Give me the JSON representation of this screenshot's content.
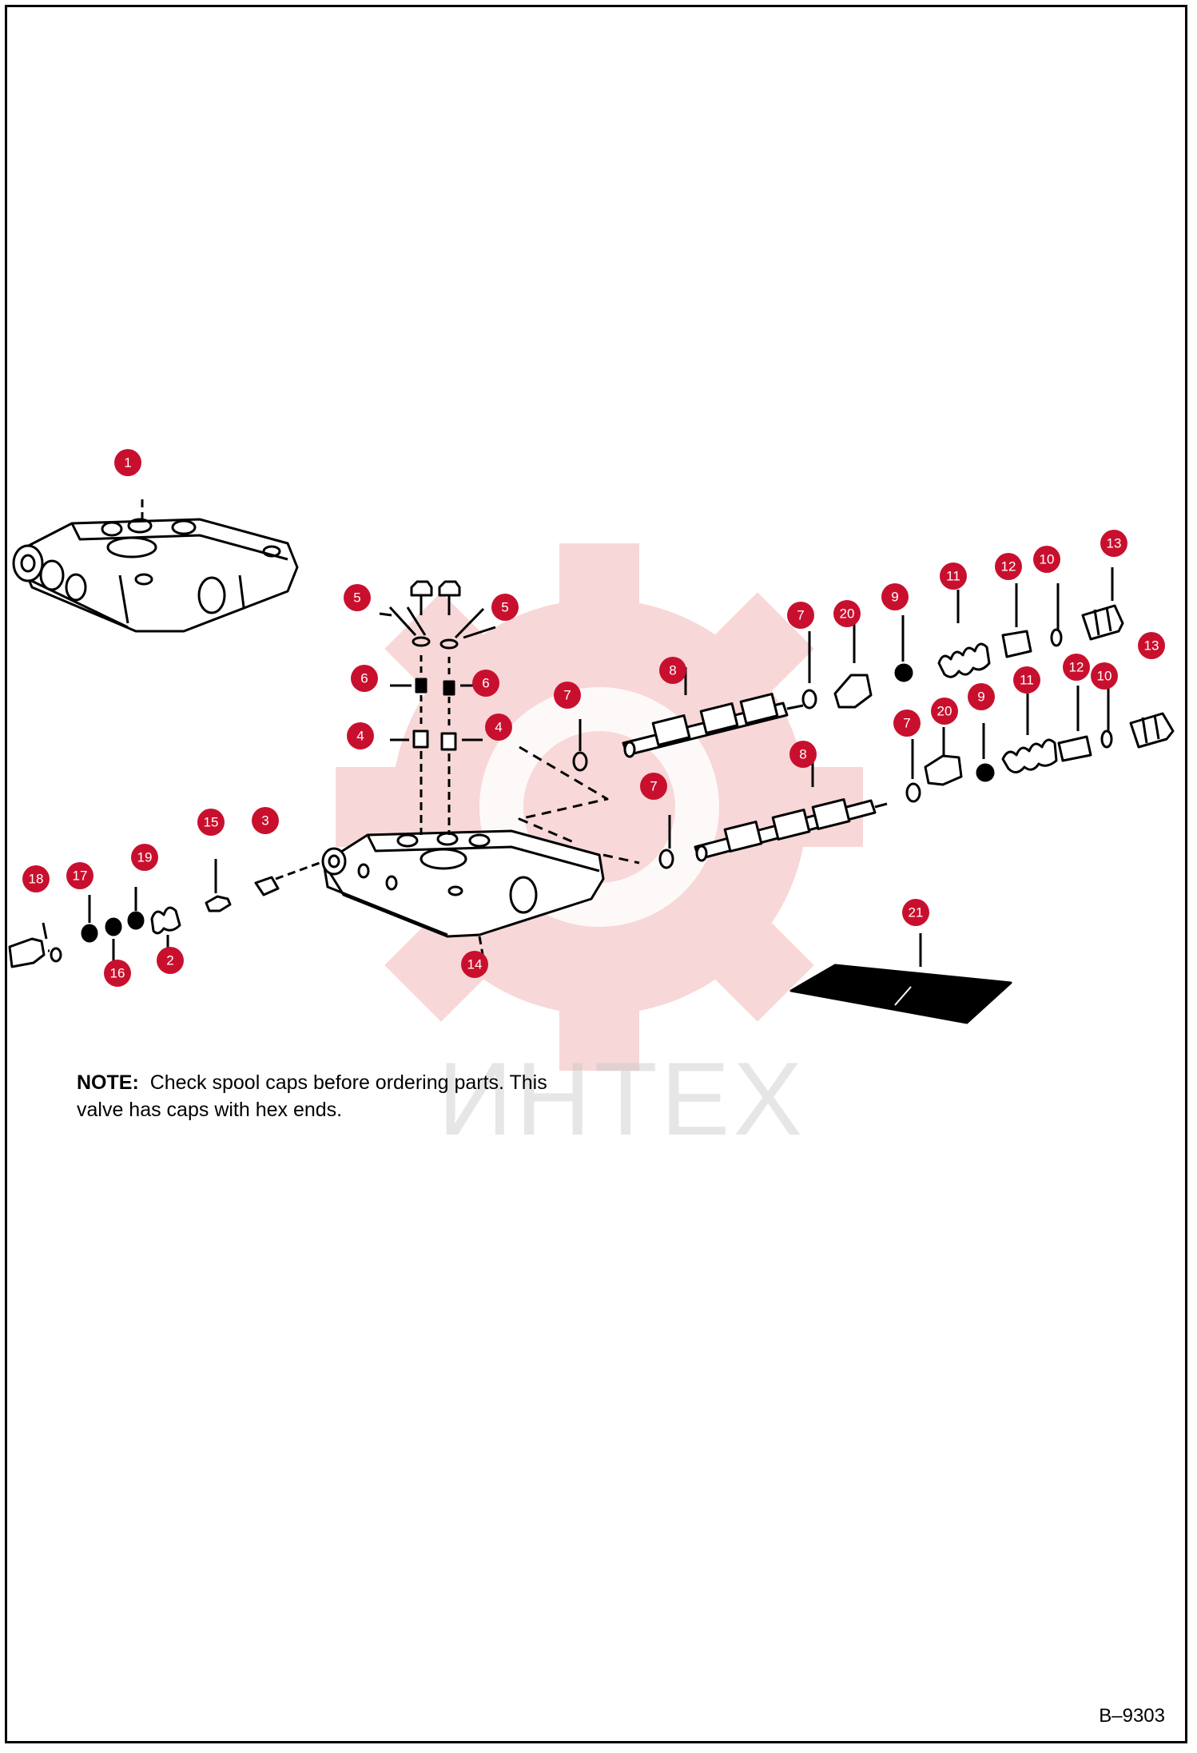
{
  "note": {
    "label": "NOTE:",
    "text": "Check spool caps before ordering parts. This valve has caps with hex ends."
  },
  "drawing_number": "B–9303",
  "watermark": "ИНТЕХ",
  "colors": {
    "callout": "#c8102e",
    "line": "#000000",
    "watermark": "#f2b8b8"
  },
  "callouts": [
    {
      "id": "c1",
      "label": "1"
    },
    {
      "id": "c5a",
      "label": "5"
    },
    {
      "id": "c5b",
      "label": "5"
    },
    {
      "id": "c6a",
      "label": "6"
    },
    {
      "id": "c6b",
      "label": "6"
    },
    {
      "id": "c4a",
      "label": "4"
    },
    {
      "id": "c4b",
      "label": "4"
    },
    {
      "id": "c7a",
      "label": "7"
    },
    {
      "id": "c7b",
      "label": "7"
    },
    {
      "id": "c7c",
      "label": "7"
    },
    {
      "id": "c7d",
      "label": "7"
    },
    {
      "id": "c8a",
      "label": "8"
    },
    {
      "id": "c8b",
      "label": "8"
    },
    {
      "id": "c20a",
      "label": "20"
    },
    {
      "id": "c20b",
      "label": "20"
    },
    {
      "id": "c9a",
      "label": "9"
    },
    {
      "id": "c9b",
      "label": "9"
    },
    {
      "id": "c11a",
      "label": "11"
    },
    {
      "id": "c11b",
      "label": "11"
    },
    {
      "id": "c12a",
      "label": "12"
    },
    {
      "id": "c12b",
      "label": "12"
    },
    {
      "id": "c10a",
      "label": "10"
    },
    {
      "id": "c10b",
      "label": "10"
    },
    {
      "id": "c13a",
      "label": "13"
    },
    {
      "id": "c13b",
      "label": "13"
    },
    {
      "id": "c15",
      "label": "15"
    },
    {
      "id": "c3",
      "label": "3"
    },
    {
      "id": "c18",
      "label": "18"
    },
    {
      "id": "c17",
      "label": "17"
    },
    {
      "id": "c19",
      "label": "19"
    },
    {
      "id": "c16",
      "label": "16"
    },
    {
      "id": "c2",
      "label": "2"
    },
    {
      "id": "c14",
      "label": "14"
    },
    {
      "id": "c21",
      "label": "21"
    }
  ]
}
